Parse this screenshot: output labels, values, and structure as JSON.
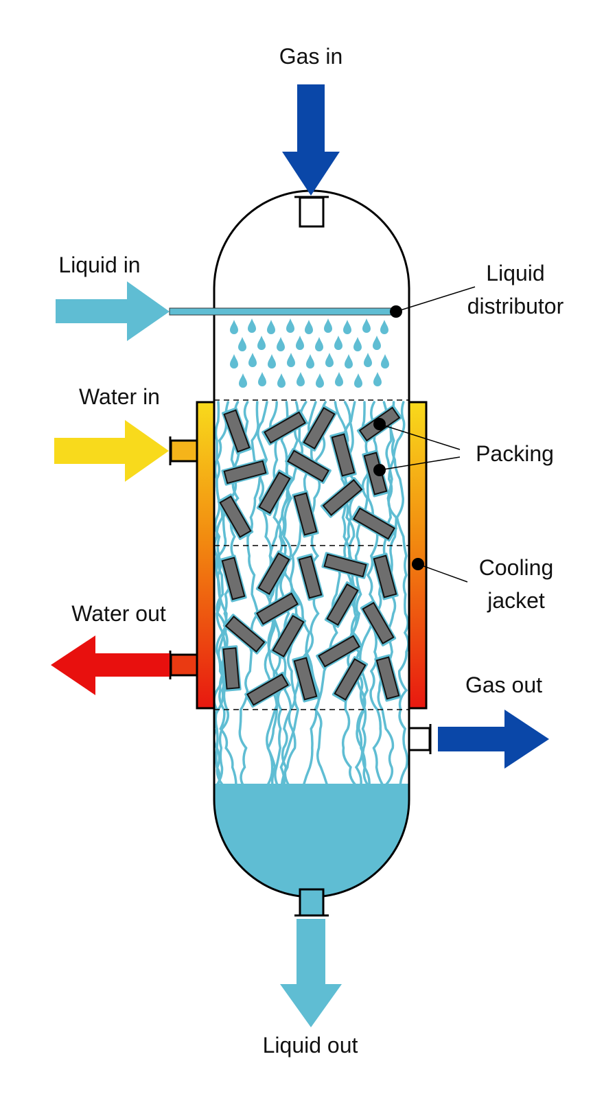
{
  "labels": {
    "gas_in": "Gas in",
    "liquid_in": "Liquid in",
    "liquid_distributor_line1": "Liquid",
    "liquid_distributor_line2": "distributor",
    "water_in": "Water in",
    "packing": "Packing",
    "cooling_jacket_line1": "Cooling",
    "cooling_jacket_line2": "jacket",
    "water_out": "Water out",
    "gas_out": "Gas out",
    "liquid_out": "Liquid out"
  },
  "colors": {
    "gas": "#0A47A8",
    "liquid": "#5FBDD3",
    "water_in": "#F8DA1C",
    "water_out": "#E8100E",
    "packing": "#6E6E6E",
    "outline": "#000000"
  }
}
